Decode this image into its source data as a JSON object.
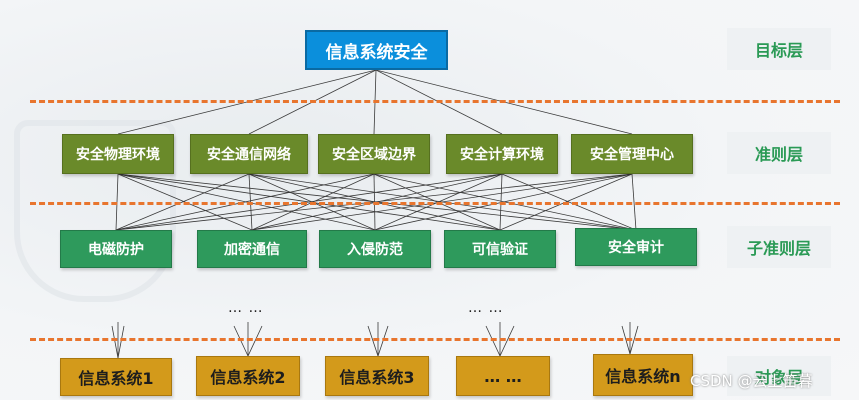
{
  "diagram": {
    "top": "信息系统安全",
    "criteria": [
      "安全物理环境",
      "安全通信网络",
      "安全区域边界",
      "安全计算环境",
      "安全管理中心"
    ],
    "sub_criteria": [
      "电磁防护",
      "加密通信",
      "入侵防范",
      "可信验证",
      "安全审计"
    ],
    "objects": [
      "信息系统1",
      "信息系统2",
      "信息系统3",
      "… …",
      "信息系统n"
    ],
    "ellipses": [
      "… …",
      "… …"
    ]
  },
  "layers": {
    "goal": "目标层",
    "criteria": "准则层",
    "sub_criteria": "子准则层",
    "object": "对象层"
  },
  "watermark": "CSDN @云上笛暮",
  "colors": {
    "top_box": "#0b8fdc",
    "criteria_box": "#6a8a2a",
    "sub_criteria_box": "#2e9a5c",
    "object_box": "#d39a1b",
    "dash": "#e8752e",
    "label_text": "#2a9a55"
  }
}
